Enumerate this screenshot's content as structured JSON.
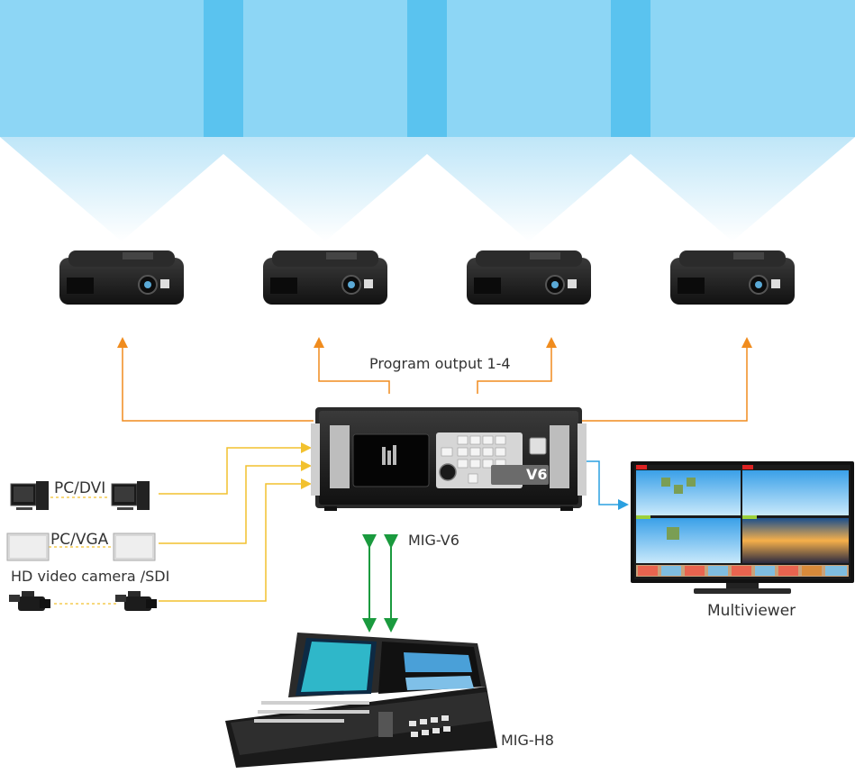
{
  "labels": {
    "program_output": "Program output 1-4",
    "switcher_model": "MIG-V6",
    "switcher_face": "V6",
    "controller_model": "MIG-H8",
    "multiviewer": "Multiviewer",
    "pc_dvi": "PC/DVI",
    "pc_vga": "PC/VGA",
    "hd_camera": "HD video camera /SDI"
  },
  "colors": {
    "screen_light": "#8dd6f5",
    "screen_seam": "#5ac3ef",
    "beam": "#cdebf9",
    "output_arrow": "#f08c1e",
    "input_arrow": "#f2c12e",
    "control_arrow": "#1a9a3e",
    "multiviewer_arrow": "#2ba0e0",
    "device_dark": "#1e1e1e"
  }
}
